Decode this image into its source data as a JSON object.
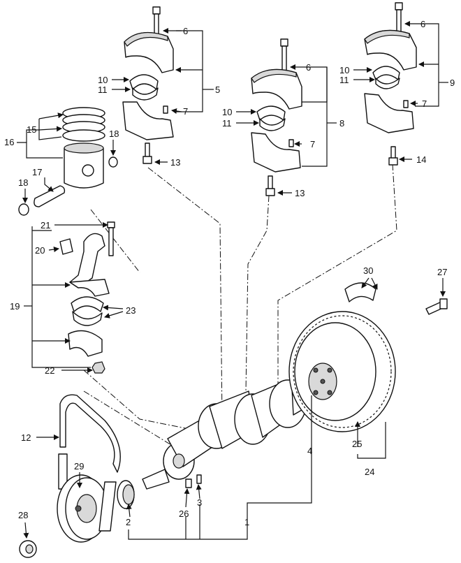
{
  "callouts": {
    "c1": "1",
    "c2": "2",
    "c3": "3",
    "c4": "4",
    "c5": "5",
    "c6a": "6",
    "c6b": "6",
    "c6c": "6",
    "c7a": "7",
    "c7b": "7",
    "c7c": "7",
    "c8": "8",
    "c9": "9",
    "c10a": "10",
    "c10b": "10",
    "c10c": "10",
    "c11a": "11",
    "c11b": "11",
    "c11c": "11",
    "c12": "12",
    "c13a": "13",
    "c13b": "13",
    "c14": "14",
    "c15": "15",
    "c16": "16",
    "c17": "17",
    "c18a": "18",
    "c18b": "18",
    "c19": "19",
    "c20": "20",
    "c21": "21",
    "c22": "22",
    "c23": "23",
    "c24": "24",
    "c25": "25",
    "c26": "26",
    "c27": "27",
    "c28": "28",
    "c29": "29",
    "c30": "30"
  }
}
